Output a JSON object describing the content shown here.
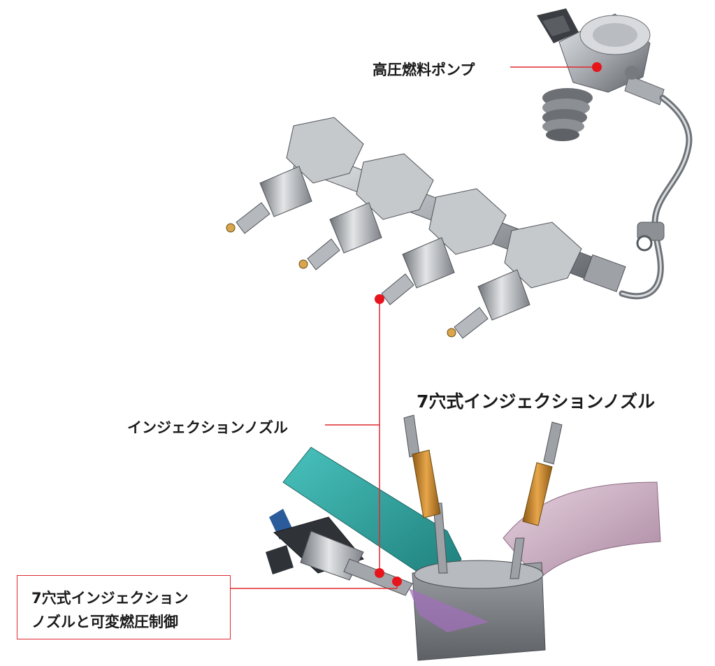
{
  "labels": {
    "high_pressure_pump": "高圧燃料ポンプ",
    "injection_nozzle": "インジェクションノズル",
    "seven_hole_injection_nozzle": "7穴式インジェクションノズル",
    "callout_line1": "7穴式インジェクション",
    "callout_line2": "ノズルと可変燃圧制御"
  },
  "colors": {
    "leader_red": "#e0282f",
    "dot_red": "#e8141c",
    "intake_port": "#2fa7a3",
    "exhaust_port": "#c9a9c0",
    "metal": "#9a9ea3",
    "spark_plug_gold": "#d0892a",
    "spray_purple": "#a070b8",
    "piston_gray": "#7c7f84"
  },
  "icons": {
    "pump": "high-pressure-fuel-pump-illustration",
    "rail": "fuel-rail-with-four-injectors-illustration",
    "cylinder": "cylinder-cross-section-illustration"
  }
}
